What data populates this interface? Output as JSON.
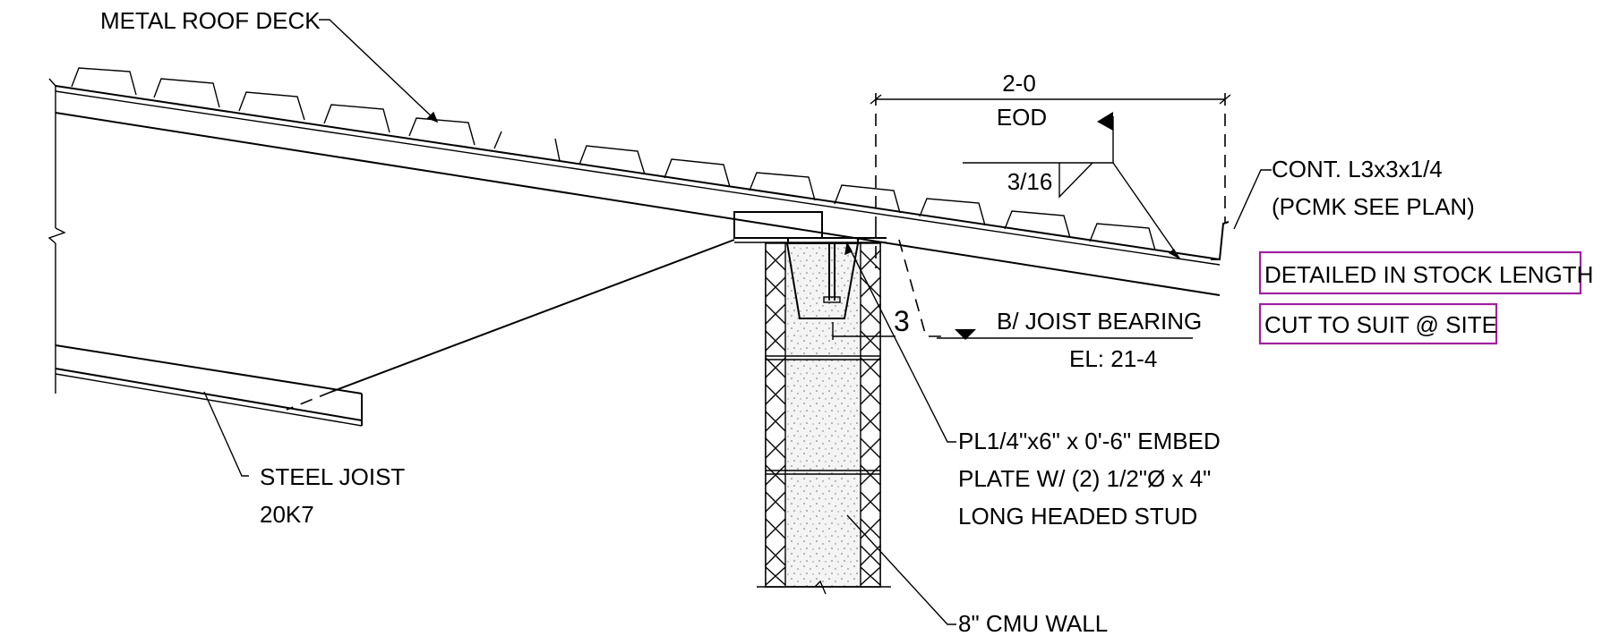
{
  "labels": {
    "roof_deck": "METAL ROOF DECK",
    "steel_joist_1": "STEEL JOIST",
    "steel_joist_2": "20K7",
    "dim_value": "2-0",
    "eod": "EOD",
    "weld_size": "3/16",
    "angle_line1": "CONT. L3x3x1/4",
    "angle_line2": "(PCMK SEE PLAN)",
    "note1": "DETAILED IN STOCK LENGTH",
    "note2": "CUT TO SUIT @ SITE",
    "setback": "3",
    "bearing_line1": "B/ JOIST BEARING",
    "bearing_line2": "EL: 21-4",
    "plate_line1": "PL1/4\"x6\" x 0'-6\" EMBED",
    "plate_line2": "PLATE W/ (2) 1/2\"Ø x 4\"",
    "plate_line3": "LONG HEADED STUD",
    "cmu_wall": "8\" CMU WALL"
  },
  "colors": {
    "line": "#000000",
    "note_box": "#a020a0",
    "cmu_fill": "#f2f2f2"
  }
}
